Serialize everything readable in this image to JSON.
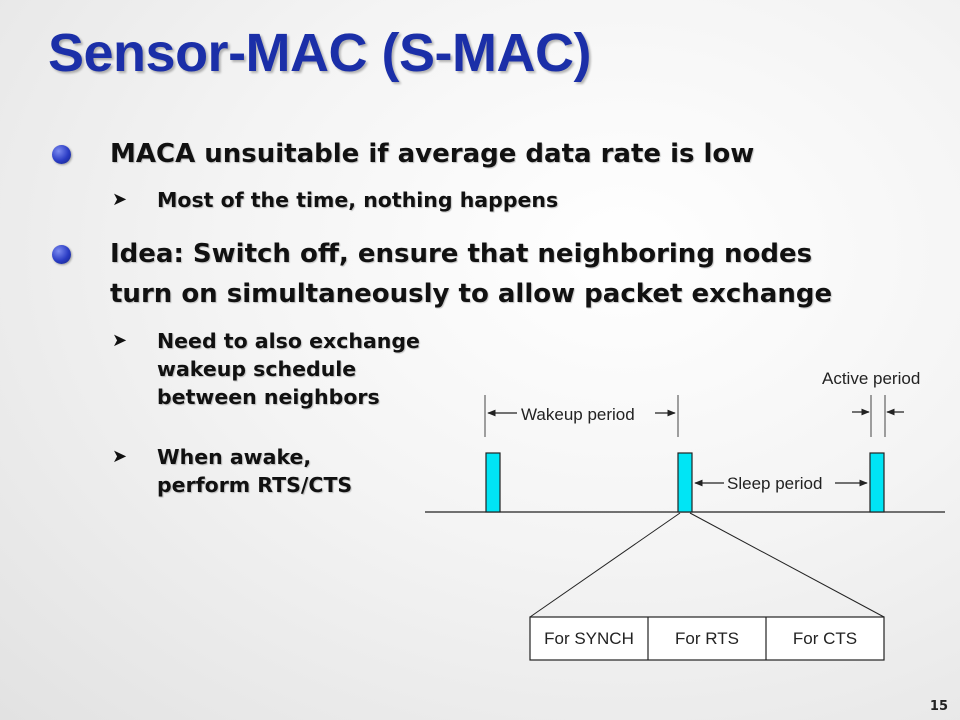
{
  "slide": {
    "title": "Sensor-MAC (S-MAC)",
    "page_number": "15"
  },
  "bullets": [
    {
      "text": "MACA unsuitable if average data rate is low",
      "sub": [
        "Most of the time, nothing happens"
      ]
    },
    {
      "lines": [
        "Idea: Switch off, ensure that neighboring nodes",
        "turn on simultaneously to allow packet exchange"
      ],
      "sub": [
        {
          "lines": [
            "Need to also exchange",
            "wakeup schedule",
            "between neighbors"
          ]
        },
        {
          "lines": [
            "When awake,",
            "perform RTS/CTS"
          ]
        }
      ]
    }
  ],
  "diagram": {
    "labels": {
      "active_period": "Active period",
      "wakeup_period": "Wakeup period",
      "sleep_period": "Sleep period"
    },
    "frame_cells": [
      "For SYNCH",
      "For RTS",
      "For CTS"
    ],
    "pulse_color": "#00e5f5"
  },
  "icons": {
    "bullet_icon": "blue-sphere-bullet",
    "sub_bullet_icon": "arrowhead-bullet"
  }
}
